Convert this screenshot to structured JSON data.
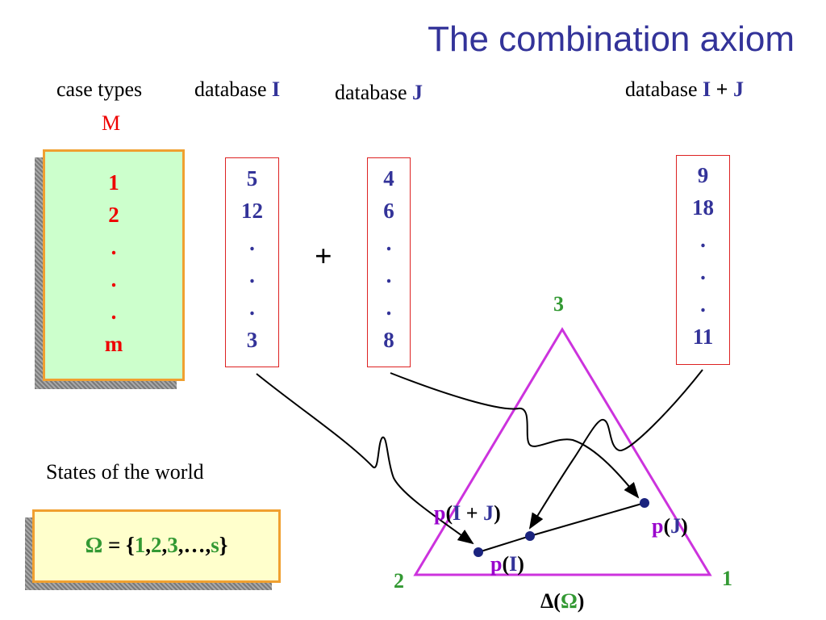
{
  "title": "The combination axiom",
  "headers": {
    "case_types": "case types",
    "case_types_symbol": "M",
    "db_prefix": "database",
    "db_i": "I",
    "db_j": "J",
    "plus": "+"
  },
  "case_types_column": [
    "1",
    "2",
    ".",
    ".",
    ".",
    "m"
  ],
  "database_i_column": [
    "5",
    "12",
    ".",
    ".",
    ".",
    "3"
  ],
  "database_j_column": [
    "4",
    "6",
    ".",
    ".",
    ".",
    "8"
  ],
  "database_ij_column": [
    "9",
    "18",
    ".",
    ".",
    ".",
    "11"
  ],
  "plus_sign": "+",
  "states_label": "States of the world",
  "omega": {
    "symbol": "Ω",
    "eq": "= {",
    "n1": "1",
    "n2": "2",
    "n3": "3",
    "dots": ",…,",
    "s": "s",
    "close": "}",
    "comma": ","
  },
  "simplex": {
    "vertex_top": "3",
    "vertex_left": "2",
    "vertex_right": "1",
    "delta_prefix": "Δ(",
    "delta_omega": "Ω",
    "delta_suffix": ")"
  },
  "points": {
    "p": "p",
    "open": "(",
    "close": ")",
    "i": "I",
    "j": "J",
    "plus": " + "
  },
  "colors": {
    "title": "#333399",
    "database_text": "#333399",
    "case_text": "#ee0000",
    "simplex_edge": "#cc33dd",
    "vertex_label": "#339933",
    "point_label": "#9900cc",
    "case_box_fill": "#ccffcc",
    "omega_box_fill": "#ffffcc",
    "box_border": "#f0a030"
  }
}
